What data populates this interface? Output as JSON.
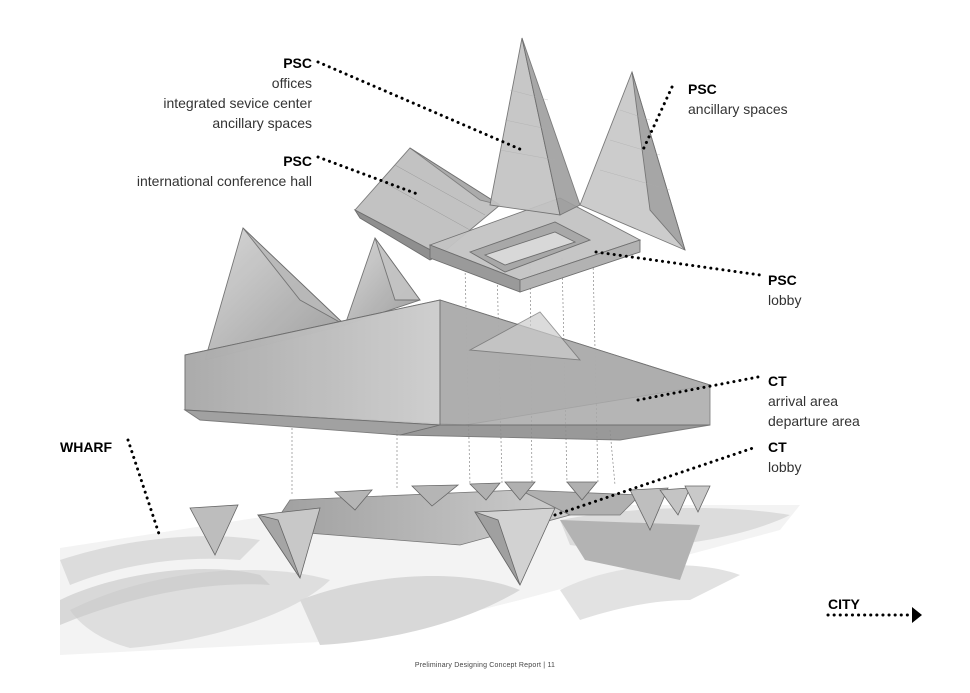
{
  "labels": {
    "psc_offices": {
      "title": "PSC",
      "lines": [
        "offices",
        "integrated sevice center",
        "ancillary spaces"
      ]
    },
    "psc_conference": {
      "title": "PSC",
      "lines": [
        "international conference hall"
      ]
    },
    "psc_ancillary": {
      "title": "PSC",
      "lines": [
        "ancillary spaces"
      ]
    },
    "psc_lobby": {
      "title": "PSC",
      "lines": [
        "lobby"
      ]
    },
    "ct_areas": {
      "title": "CT",
      "lines": [
        "arrival area",
        "departure area"
      ]
    },
    "ct_lobby": {
      "title": "CT",
      "lines": [
        "lobby"
      ]
    },
    "wharf": {
      "title": "WHARF"
    },
    "city": {
      "title": "CITY"
    }
  },
  "footer": "Preliminary Designing Concept Report | 11",
  "colors": {
    "ground": "#ececec",
    "path": "#d4d4d4",
    "volume": "#bdbdbd",
    "volume_dark": "#8e8e8e",
    "leader": "#000000"
  }
}
